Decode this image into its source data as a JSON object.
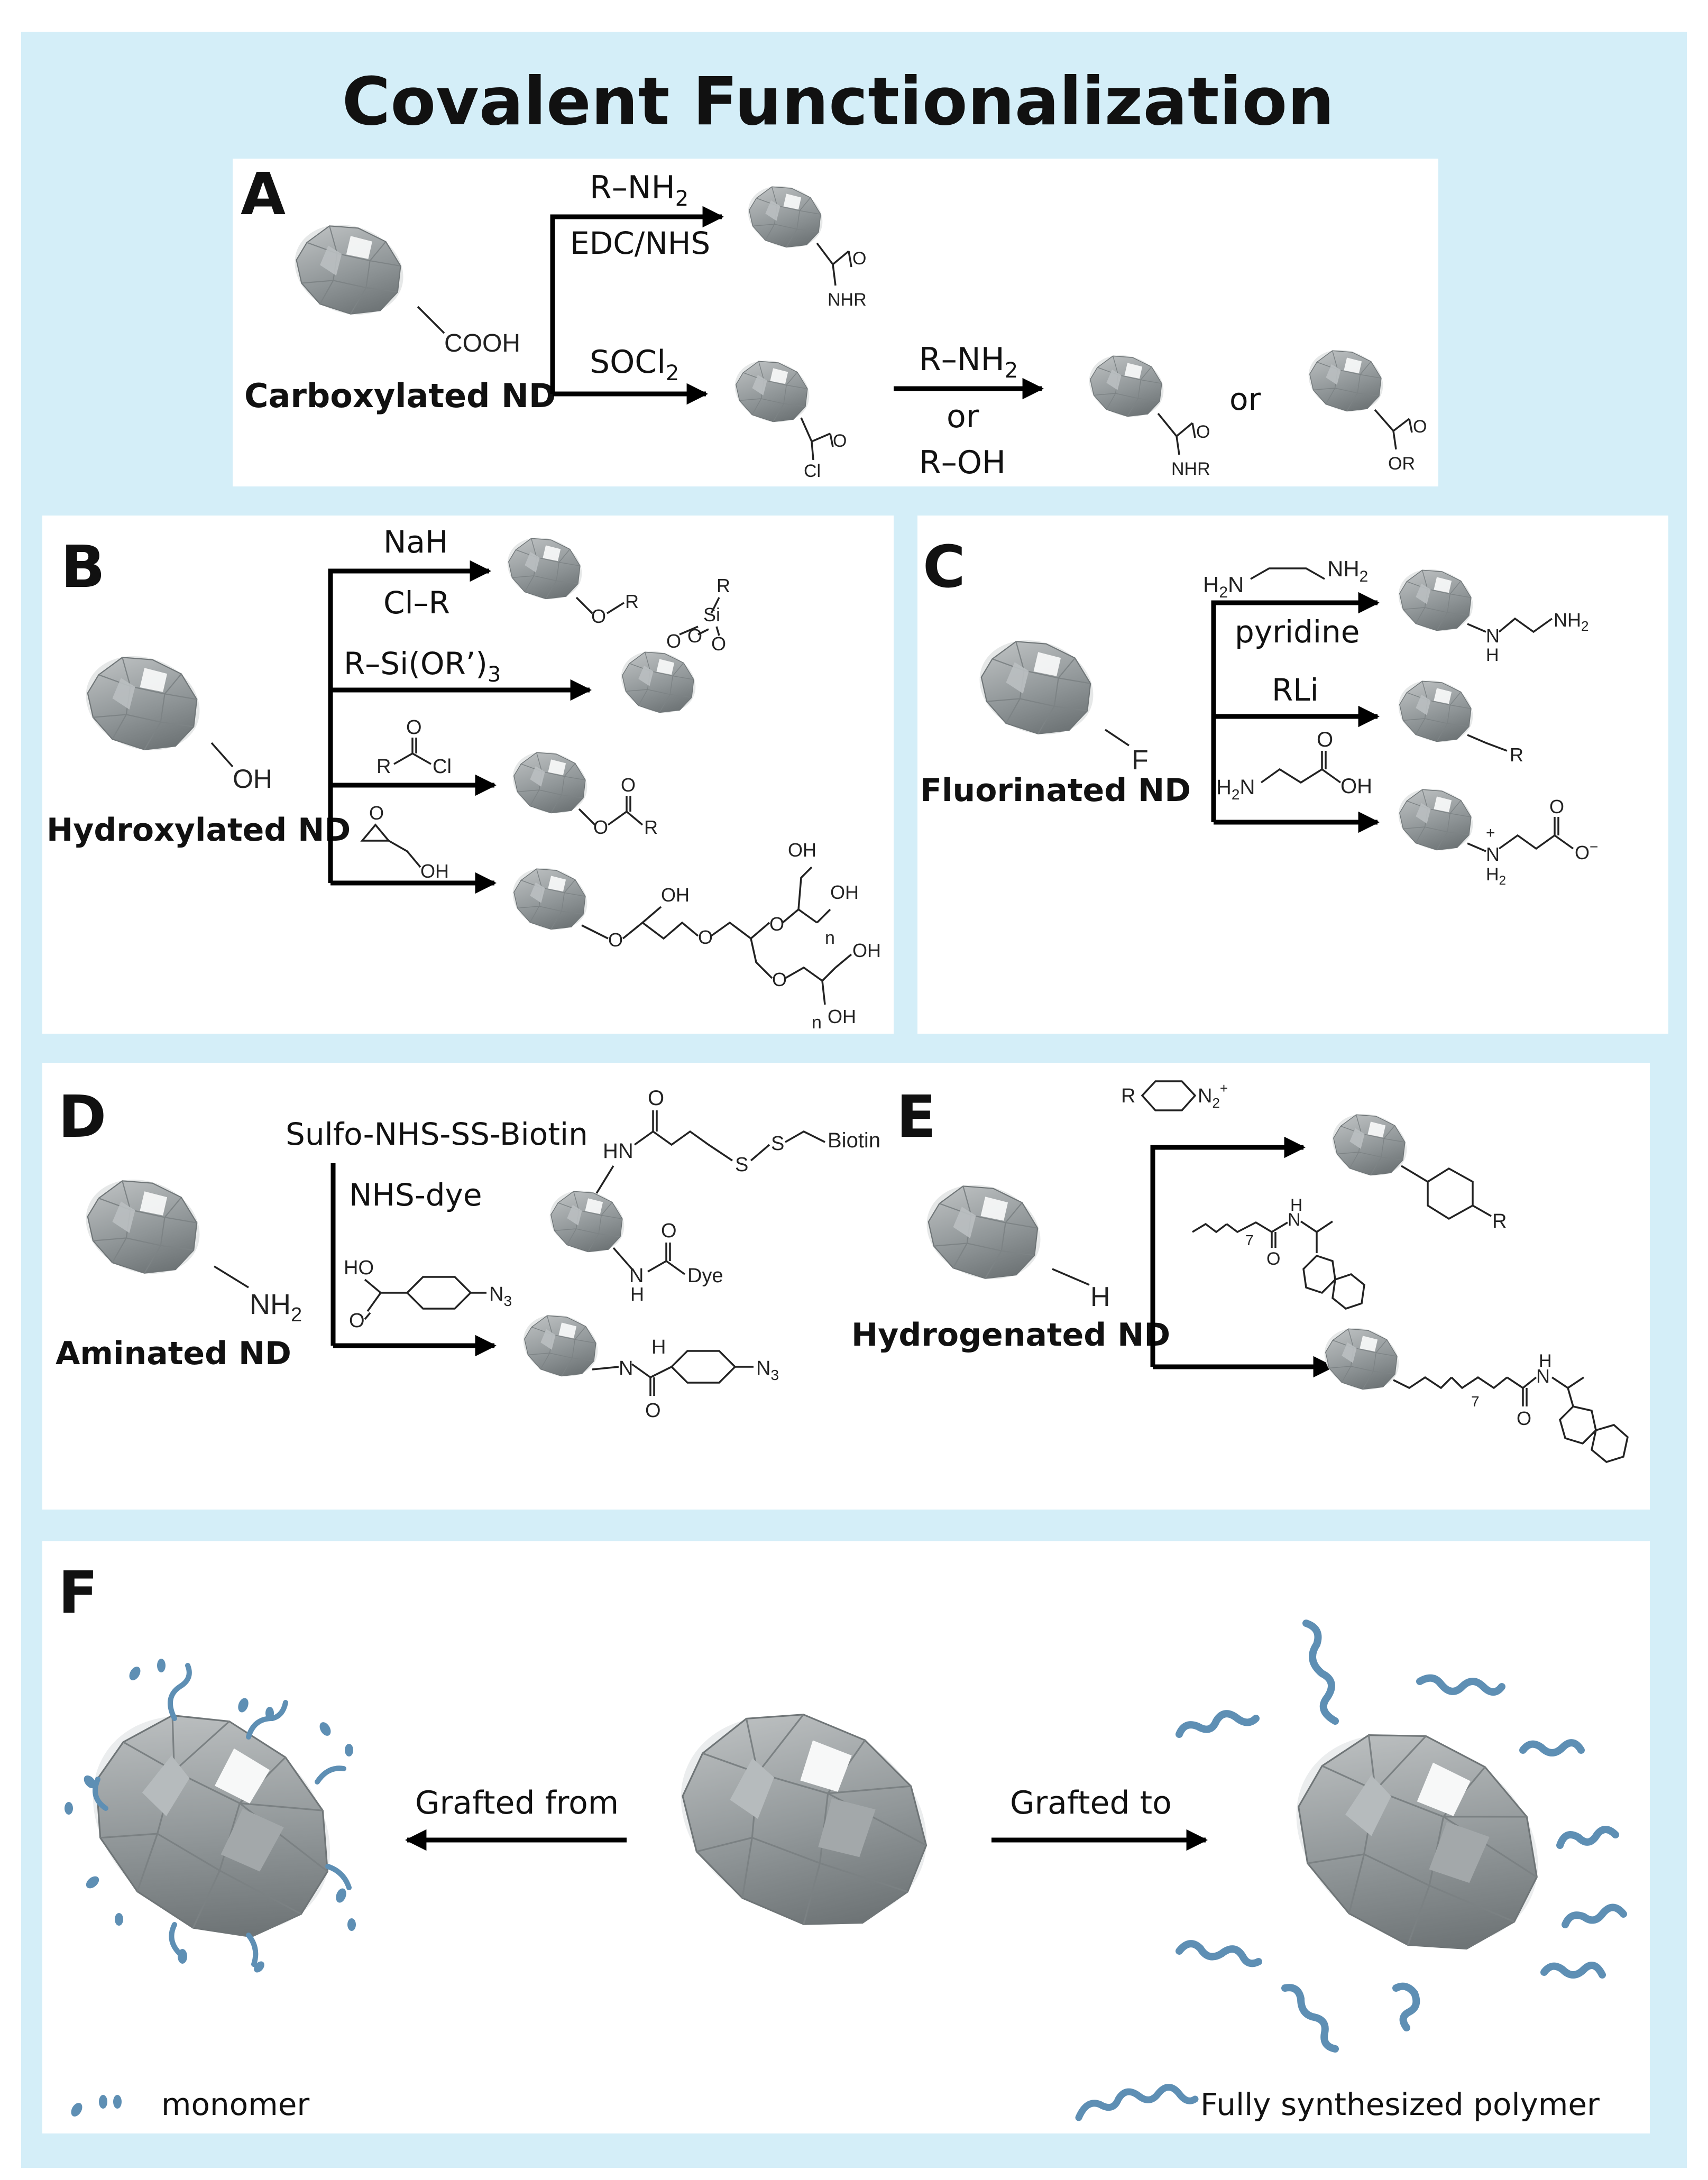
{
  "title": "Covalent Functionalization",
  "colors": {
    "background": "#d4eef8",
    "panel": "#ffffff",
    "nd_fill": "#9ea3a5",
    "nd_shell": "#d8dadb",
    "polymer": "#5e8fb4"
  },
  "panel_a": {
    "letter": "A",
    "substrate_group": "COOH",
    "substrate_label": "Carboxylated ND",
    "route1": {
      "reagent_top_1": "R–NH",
      "reagent_top_1_sub": "2",
      "reagent_bottom": "EDC/NHS",
      "product_o": "O",
      "product_group": "NHR"
    },
    "route2": {
      "reagent_1": "SOCl",
      "reagent_1_sub": "2",
      "intermediate_o": "O",
      "intermediate_group": "Cl"
    },
    "route3": {
      "reagent_line1": "R–NH",
      "reagent_line1_sub": "2",
      "reagent_or": "or",
      "reagent_line3": "R–OH",
      "product1_o": "O",
      "product1_group": "NHR",
      "or_text": "or",
      "product2_o": "O",
      "product2_group": "OR"
    }
  },
  "panel_b": {
    "letter": "B",
    "substrate_group": "OH",
    "substrate_label": "Hydroxylated ND",
    "r1": {
      "top": "NaH",
      "bottom": "Cl–R",
      "product_o": "O",
      "product_r": "R"
    },
    "r2": {
      "top": "R–Si(OR’)",
      "top_sub": "3",
      "product_r": "R",
      "product_si": "Si",
      "product_o": "O"
    },
    "r3": {
      "reagent_o": "O",
      "reagent_r": "R",
      "reagent_cl": "Cl",
      "product_o": "O",
      "product_r": "R"
    },
    "r4": {
      "reagent_o": "O",
      "reagent_oh": "OH",
      "product_o": "O",
      "product_oh": "OH",
      "product_n": "n"
    }
  },
  "panel_c": {
    "letter": "C",
    "substrate_group": "F",
    "substrate_label": "Fluorinated ND",
    "r1": {
      "reagent_h2n": "H",
      "reagent_h2n_sub": "2",
      "reagent_n": "N",
      "reagent_nh2": "NH",
      "reagent_nh2_sub": "2",
      "reagent_bottom": "pyridine",
      "product_n": "N",
      "product_h": "H",
      "product_nh2": "NH",
      "product_nh2_sub": "2"
    },
    "r2": {
      "reagent": "RLi",
      "product_r": "R"
    },
    "r3": {
      "reagent_h2n": "H",
      "reagent_h2n_sub": "2",
      "reagent_n": "N",
      "reagent_o": "O",
      "reagent_oh": "OH",
      "product_n": "N",
      "product_plus": "+",
      "product_h": "H",
      "product_h_sub": "2",
      "product_o": "O",
      "product_ominus": "O",
      "product_minus": "−"
    }
  },
  "panel_d": {
    "letter": "D",
    "substrate_group": "NH",
    "substrate_group_sub": "2",
    "substrate_label": "Aminated ND",
    "r1": {
      "reagent_top": "Sulfo-NHS-SS-Biotin",
      "reagent_bottom": "NHS-dye",
      "product_hn": "HN",
      "product_o": "O",
      "product_s": "S",
      "product_biotin": "Biotin",
      "product_dye_n": "N",
      "product_dye_h": "H",
      "product_dye_o": "O",
      "product_dye": "Dye"
    },
    "r2": {
      "reagent_ho": "HO",
      "reagent_o": "O",
      "reagent_n3": "N",
      "reagent_n3_sub": "3",
      "product_h": "H",
      "product_n": "N",
      "product_o": "O",
      "product_n3": "N",
      "product_n3_sub": "3"
    }
  },
  "panel_e": {
    "letter": "E",
    "substrate_group": "H",
    "substrate_label": "Hydrogenated ND",
    "r1": {
      "reagent_r": "R",
      "reagent_n2": "N",
      "reagent_n2_sub": "2",
      "reagent_plus": "+",
      "product_r": "R"
    },
    "r2": {
      "reagent_n": "N",
      "reagent_h": "H",
      "reagent_o": "O",
      "reagent_7": "7",
      "product_n": "N",
      "product_h": "H",
      "product_o": "O",
      "product_7": "7"
    }
  },
  "panel_f": {
    "letter": "F",
    "left_label": "Grafted from",
    "right_label": "Grafted to",
    "legend_monomer": "monomer",
    "legend_polymer": "Fully synthesized polymer"
  }
}
